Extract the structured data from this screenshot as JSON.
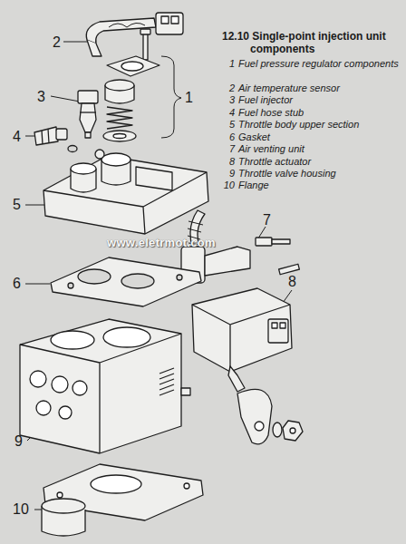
{
  "diagram": {
    "title": "12.10 Single-point injection unit components",
    "labels": [
      "1",
      "Fuel pressure regulator components",
      "2",
      "Air temperature sensor",
      "3",
      "Fuel injector",
      "4",
      "Fuel hose stub",
      "5",
      "Throttle body upper section",
      "6",
      "Gasket",
      "7",
      "Air venting unit",
      "8",
      "Throttle actuator",
      "9",
      "Throttle valve housing",
      "10",
      "Flange",
      "2",
      "1",
      "3",
      "4",
      "5",
      "7",
      "6",
      "8",
      "9",
      "10",
      "www.eletrmot.com"
    ]
  }
}
